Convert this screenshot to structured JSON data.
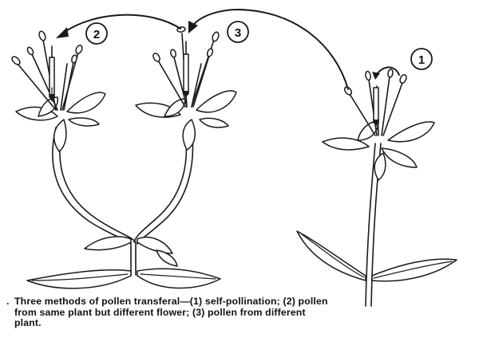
{
  "figure": {
    "labels": [
      "1",
      "2",
      "3"
    ],
    "caption": {
      "bullet": ".",
      "lines": [
        "Three methods of pollen transferal—(1) self-pollination; (2) pollen",
        "from same plant but different flower; (3) pollen from different",
        "plant."
      ]
    }
  }
}
